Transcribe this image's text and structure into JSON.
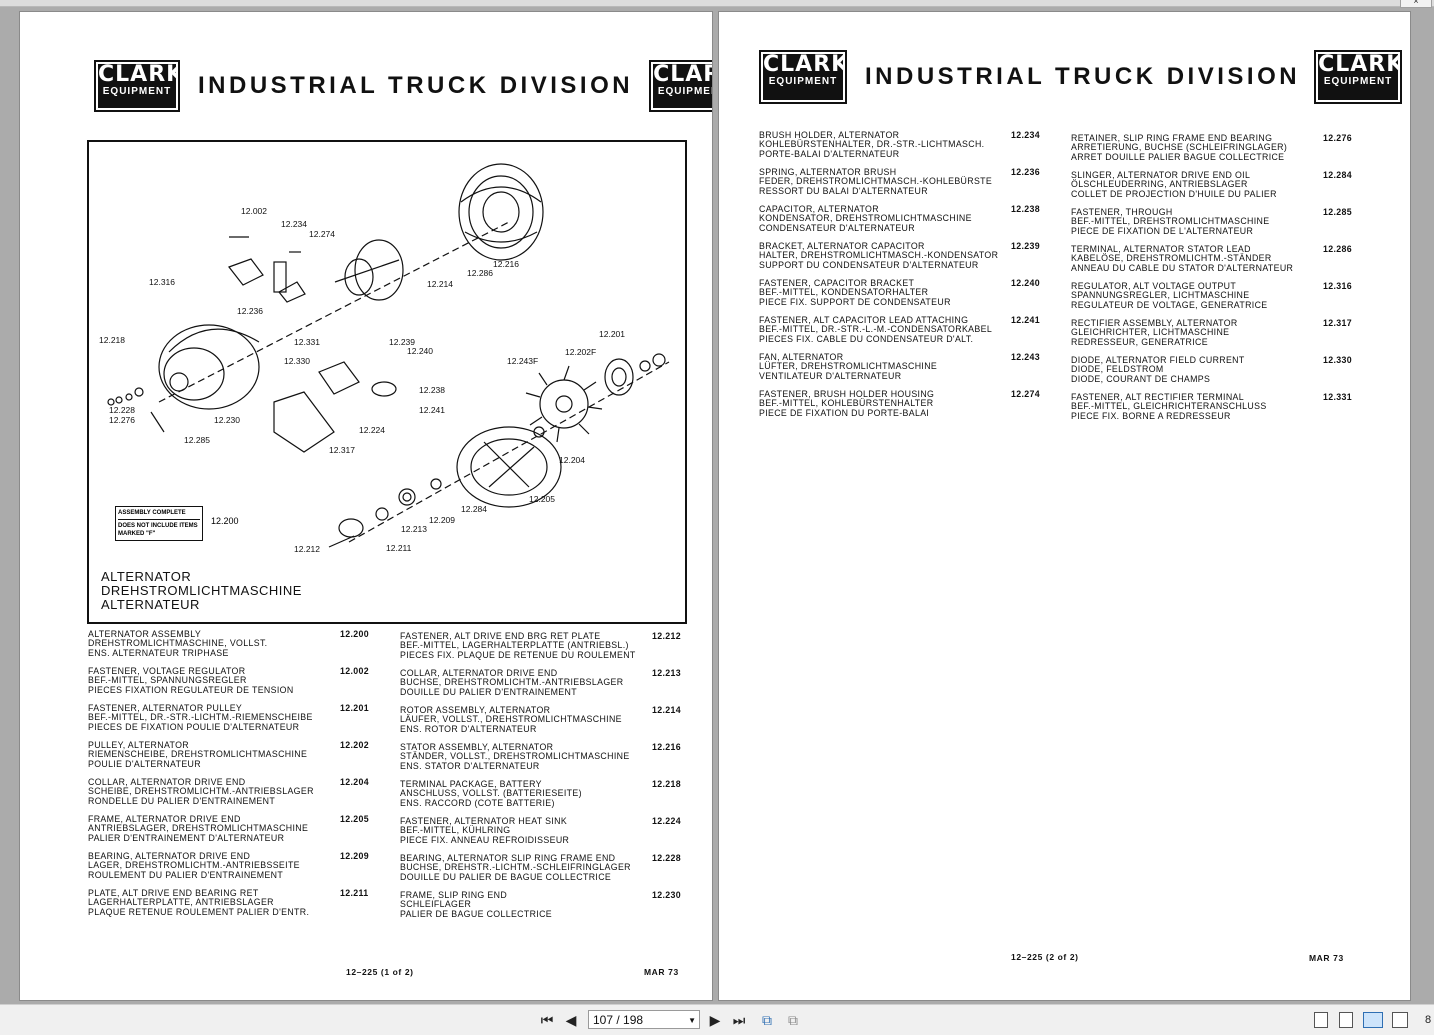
{
  "header": {
    "logo_line1": "CLARK",
    "logo_line2": "EQUIPMENT",
    "division": "INDUSTRIAL TRUCK DIVISION"
  },
  "figure": {
    "caption_lines": [
      "ALTERNATOR",
      "DREHSTROMLICHTMASCHINE",
      "ALTERNATEUR"
    ],
    "assembly_box": [
      "ASSEMBLY COMPLETE",
      "DOES NOT INCLUDE ITEMS MARKED \"F\""
    ],
    "assembly_ref": "12.200",
    "callouts": [
      "12.002",
      "12.234",
      "12.274",
      "12.316",
      "12.236",
      "12.214",
      "12.216",
      "12.286",
      "12.218",
      "12.331",
      "12.239",
      "12.240",
      "12.330",
      "12.238",
      "12.241",
      "12.228",
      "12.276",
      "12.230",
      "12.224",
      "12.285",
      "12.317",
      "12.201",
      "12.202F",
      "12.243F",
      "12.204",
      "12.205",
      "12.284",
      "12.209",
      "12.213",
      "12.211",
      "12.212"
    ]
  },
  "left_col1": [
    {
      "lines": [
        "ALTERNATOR ASSEMBLY",
        "DREHSTROMLICHTMASCHINE, VOLLST.",
        "ENS. ALTERNATEUR TRIPHASE"
      ],
      "no": "12.200"
    },
    {
      "lines": [
        "FASTENER, VOLTAGE REGULATOR",
        "BEF.-MITTEL, SPANNUNGSREGLER",
        "PIECES FIXATION REGULATEUR DE TENSION"
      ],
      "no": "12.002"
    },
    {
      "lines": [
        "FASTENER, ALTERNATOR PULLEY",
        "BEF.-MITTEL, DR.-STR.-LICHTM.-RIEMENSCHEIBE",
        "PIECES DE FIXATION POULIE D'ALTERNATEUR"
      ],
      "no": "12.201"
    },
    {
      "lines": [
        "PULLEY, ALTERNATOR",
        "RIEMENSCHEIBE, DREHSTROMLICHTMASCHINE",
        "POULIE D'ALTERNATEUR"
      ],
      "no": "12.202"
    },
    {
      "lines": [
        "COLLAR, ALTERNATOR DRIVE END",
        "SCHEIBE, DREHSTROMLICHTM.-ANTRIEBSLAGER",
        "RONDELLE DU PALIER D'ENTRAINEMENT"
      ],
      "no": "12.204"
    },
    {
      "lines": [
        "FRAME, ALTERNATOR DRIVE END",
        "ANTRIEBSLAGER, DREHSTROMLICHTMASCHINE",
        "PALIER D'ENTRAINEMENT D'ALTERNATEUR"
      ],
      "no": "12.205"
    },
    {
      "lines": [
        "BEARING, ALTERNATOR DRIVE END",
        "LAGER, DREHSTROMLICHTM.-ANTRIEBSSEITE",
        "ROULEMENT DU PALIER D'ENTRAINEMENT"
      ],
      "no": "12.209"
    },
    {
      "lines": [
        "PLATE, ALT DRIVE END BEARING RET",
        "LAGERHALTERPLATTE, ANTRIEBSLAGER",
        "PLAQUE RETENUE ROULEMENT PALIER D'ENTR."
      ],
      "no": "12.211"
    }
  ],
  "left_col2": [
    {
      "lines": [
        "FASTENER, ALT DRIVE END BRG RET PLATE",
        "BEF.-MITTEL, LAGERHALTERPLATTE (ANTRIEBSL.)",
        "PIECES FIX. PLAQUE DE RETENUE DU ROULEMENT"
      ],
      "no": "12.212"
    },
    {
      "lines": [
        "COLLAR, ALTERNATOR DRIVE END",
        "BUCHSE, DREHSTROMLICHTM.-ANTRIEBSLAGER",
        "DOUILLE DU PALIER D'ENTRAINEMENT"
      ],
      "no": "12.213"
    },
    {
      "lines": [
        "ROTOR ASSEMBLY, ALTERNATOR",
        "LÄUFER, VOLLST., DREHSTROMLICHTMASCHINE",
        "ENS. ROTOR D'ALTERNATEUR"
      ],
      "no": "12.214"
    },
    {
      "lines": [
        "STATOR ASSEMBLY, ALTERNATOR",
        "STÄNDER, VOLLST., DREHSTROMLICHTMASCHINE",
        "ENS. STATOR D'ALTERNATEUR"
      ],
      "no": "12.216"
    },
    {
      "lines": [
        "TERMINAL PACKAGE, BATTERY",
        "ANSCHLUSS, VOLLST. (BATTERIESEITE)",
        "ENS. RACCORD (COTE BATTERIE)"
      ],
      "no": "12.218"
    },
    {
      "lines": [
        "FASTENER, ALTERNATOR HEAT SINK",
        "BEF.-MITTEL, KÜHLRING",
        "PIECE FIX. ANNEAU REFROIDISSEUR"
      ],
      "no": "12.224"
    },
    {
      "lines": [
        "BEARING, ALTERNATOR SLIP RING FRAME END",
        "BUCHSE, DREHSTR.-LICHTM.-SCHLEIFRINGLAGER",
        "DOUILLE DU PALIER DE BAGUE COLLECTRICE"
      ],
      "no": "12.228"
    },
    {
      "lines": [
        "FRAME, SLIP RING END",
        "SCHLEIFLAGER",
        "PALIER DE BAGUE COLLECTRICE"
      ],
      "no": "12.230"
    }
  ],
  "right_col1": [
    {
      "lines": [
        "BRUSH HOLDER, ALTERNATOR",
        "KOHLEBÜRSTENHALTER, DR.-STR.-LICHTMASCH.",
        "PORTE-BALAI D'ALTERNATEUR"
      ],
      "no": "12.234"
    },
    {
      "lines": [
        "SPRING, ALTERNATOR BRUSH",
        "FEDER, DREHSTROMLICHTMASCH.-KOHLEBÜRSTE",
        "RESSORT DU BALAI D'ALTERNATEUR"
      ],
      "no": "12.236"
    },
    {
      "lines": [
        "CAPACITOR, ALTERNATOR",
        "KONDENSATOR, DREHSTROMLICHTMASCHINE",
        "CONDENSATEUR D'ALTERNATEUR"
      ],
      "no": "12.238"
    },
    {
      "lines": [
        "BRACKET, ALTERNATOR CAPACITOR",
        "HALTER, DREHSTROMLICHTMASCH.-KONDENSATOR",
        "SUPPORT DU CONDENSATEUR D'ALTERNATEUR"
      ],
      "no": "12.239"
    },
    {
      "lines": [
        "FASTENER, CAPACITOR BRACKET",
        "BEF.-MITTEL, KONDENSATORHALTER",
        "PIECE FIX. SUPPORT DE CONDENSATEUR"
      ],
      "no": "12.240"
    },
    {
      "lines": [
        "FASTENER, ALT CAPACITOR LEAD ATTACHING",
        "BEF.-MITTEL, DR.-STR.-L.-M.-CONDENSATORKABEL",
        "PIECES FIX. CABLE DU CONDENSATEUR D'ALT."
      ],
      "no": "12.241"
    },
    {
      "lines": [
        "FAN, ALTERNATOR",
        "LÜFTER, DREHSTROMLICHTMASCHINE",
        "VENTILATEUR D'ALTERNATEUR"
      ],
      "no": "12.243"
    },
    {
      "lines": [
        "FASTENER, BRUSH HOLDER HOUSING",
        "BEF.-MITTEL, KOHLEBÜRSTENHALTER",
        "PIECE DE FIXATION DU PORTE-BALAI"
      ],
      "no": "12.274"
    }
  ],
  "right_col2": [
    {
      "lines": [
        "RETAINER, SLIP RING FRAME END BEARING",
        "ARRETIERUNG, BUCHSE (SCHLEIFRINGLAGER)",
        "ARRET DOUILLE PALIER BAGUE COLLECTRICE"
      ],
      "no": "12.276"
    },
    {
      "lines": [
        "SLINGER, ALTERNATOR DRIVE END OIL",
        "ÖLSCHLEUDERRING, ANTRIEBSLAGER",
        "COLLET DE PROJECTION D'HUILE DU PALIER"
      ],
      "no": "12.284"
    },
    {
      "lines": [
        "FASTENER, THROUGH",
        "BEF.-MITTEL, DREHSTROMLICHTMASCHINE",
        "PIECE DE FIXATION DE L'ALTERNATEUR"
      ],
      "no": "12.285"
    },
    {
      "lines": [
        "TERMINAL, ALTERNATOR STATOR LEAD",
        "KABELÖSE, DREHSTROMLICHTM.-STÄNDER",
        "ANNEAU DU CABLE DU STATOR D'ALTERNATEUR"
      ],
      "no": "12.286"
    },
    {
      "lines": [
        "REGULATOR, ALT VOLTAGE OUTPUT",
        "SPANNUNGSREGLER, LICHTMASCHINE",
        "REGULATEUR DE VOLTAGE, GENERATRICE"
      ],
      "no": "12.316"
    },
    {
      "lines": [
        "RECTIFIER ASSEMBLY, ALTERNATOR",
        "GLEICHRICHTER, LICHTMASCHINE",
        "REDRESSEUR, GENERATRICE"
      ],
      "no": "12.317"
    },
    {
      "lines": [
        "DIODE, ALTERNATOR FIELD CURRENT",
        "DIODE, FELDSTROM",
        "DIODE, COURANT DE CHAMPS"
      ],
      "no": "12.330"
    },
    {
      "lines": [
        "FASTENER, ALT RECTIFIER TERMINAL",
        "BEF.-MITTEL, GLEICHRICHTERANSCHLUSS",
        "PIECE FIX. BORNE A REDRESSEUR"
      ],
      "no": "12.331"
    }
  ],
  "footer_left": {
    "code": "12–225   (1 of 2)",
    "date": "MAR 73"
  },
  "footer_right": {
    "code": "12–225   (2 of 2)",
    "date": "MAR 73"
  },
  "toolbar": {
    "page_field": "107 / 198",
    "edge_number": "8"
  }
}
